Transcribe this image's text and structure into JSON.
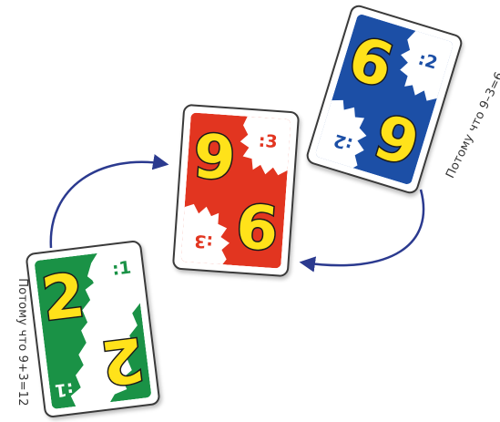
{
  "cards": {
    "green": {
      "value": "2",
      "mini_label": ":1",
      "color": "#1a9246"
    },
    "red": {
      "value": "9",
      "mini_label": ":3",
      "color": "#e23520"
    },
    "blue": {
      "value": "6",
      "mini_label": ":2",
      "color": "#1c4fa6"
    }
  },
  "notes": {
    "left": "Потому что 9+3=12",
    "right": "Потому что 9–3=6"
  },
  "colors": {
    "arrow": "#2b3a8f",
    "text": "#333333"
  }
}
